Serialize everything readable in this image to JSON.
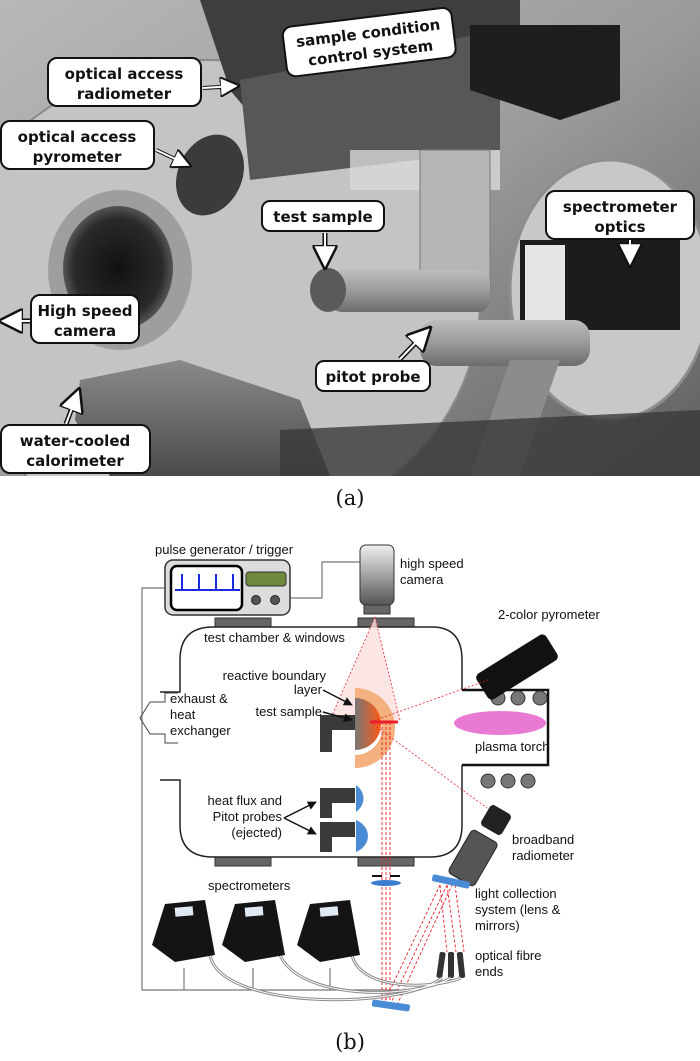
{
  "figure": {
    "caption_a": "(a)",
    "caption_b": "(b)"
  },
  "photo_callouts": [
    {
      "id": "optical-access-radiometer",
      "lines": [
        "optical access",
        "radiometer"
      ]
    },
    {
      "id": "sample-condition-control-system",
      "lines": [
        "sample condition",
        "control system"
      ]
    },
    {
      "id": "optical-access-pyrometer",
      "lines": [
        "optical access",
        "pyrometer"
      ]
    },
    {
      "id": "test-sample",
      "lines": [
        "test sample"
      ]
    },
    {
      "id": "spectrometer-optics",
      "lines": [
        "spectrometer",
        "optics"
      ]
    },
    {
      "id": "high-speed-camera",
      "lines": [
        "High speed",
        "camera"
      ]
    },
    {
      "id": "pitot-probe",
      "lines": [
        "pitot probe"
      ]
    },
    {
      "id": "water-cooled-calorimeter",
      "lines": [
        "water-cooled",
        "calorimeter"
      ]
    }
  ],
  "schematic_labels": {
    "pulse_generator": "pulse generator / trigger",
    "high_speed_camera": [
      "high speed",
      "camera"
    ],
    "test_chamber": "test chamber & windows",
    "two_color_pyrometer": "2-color pyrometer",
    "reactive_boundary_layer": [
      "reactive boundary",
      "layer"
    ],
    "test_sample": "test sample",
    "exhaust": [
      "exhaust &",
      "heat",
      "exchanger"
    ],
    "plasma_torch": "plasma torch",
    "heat_flux_probes": [
      "heat flux and",
      "Pitot probes",
      "(ejected)"
    ],
    "broadband_radiometer": [
      "broadband",
      "radiometer"
    ],
    "spectrometers": "spectrometers",
    "light_collection": [
      "light collection",
      "system (lens &",
      "mirrors)"
    ],
    "optical_fibre_ends": [
      "optical fibre",
      "ends"
    ]
  },
  "colors": {
    "plasma": "#e87ad3",
    "boundary_layer": "#f4b07e",
    "probe_blue": "#4a8bd6",
    "laser_red": "#e8202a",
    "display_green": "#6e8b3d",
    "pulse_blue": "#1a2be0"
  }
}
